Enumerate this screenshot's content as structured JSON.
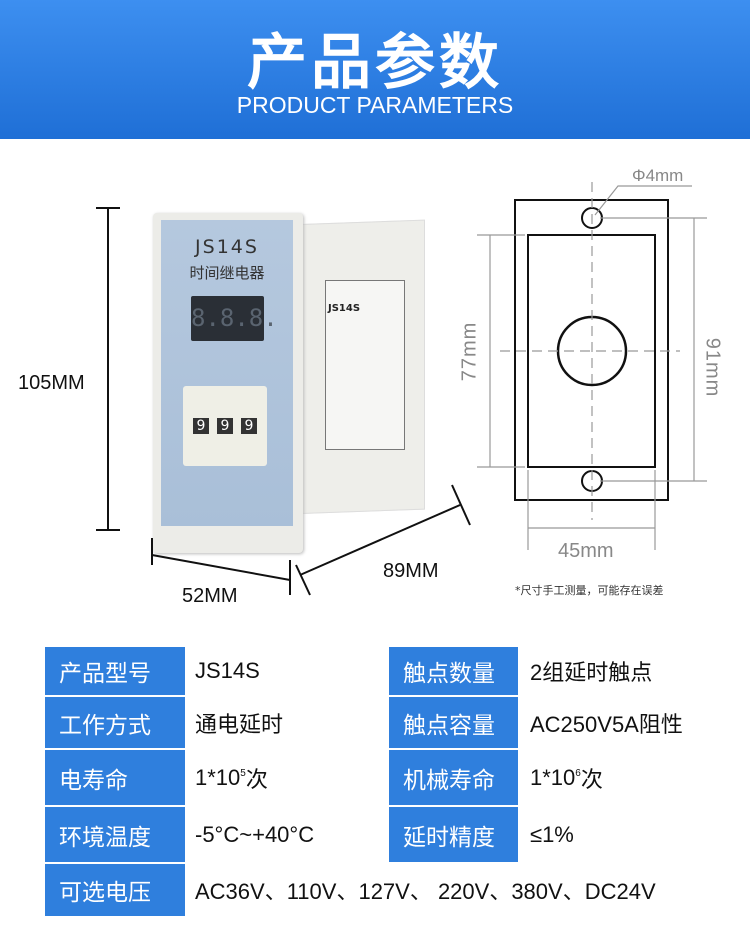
{
  "header": {
    "title": "产品参数",
    "subtitle": "PRODUCT PARAMETERS"
  },
  "product": {
    "model": "JS14S",
    "name": "时间继电器",
    "display": "8.8.8.",
    "dials": [
      "9",
      "9",
      "9"
    ],
    "side_label": "JS14S"
  },
  "dimensions": {
    "height": "105MM",
    "width": "52MM",
    "depth": "89MM"
  },
  "drawing": {
    "hole": "Φ4mm",
    "inner_height": "77mm",
    "hole_spacing": "91mm",
    "inner_width": "45mm",
    "note": "*尺寸手工测量，可能存在误差"
  },
  "specs": {
    "rows": [
      {
        "label": "产品型号",
        "value": "JS14S",
        "label2": "触点数量",
        "value2": "2组延时触点"
      },
      {
        "label": "工作方式",
        "value": "通电延时",
        "label2": "触点容量",
        "value2": "AC250V5A阻性"
      },
      {
        "label": "电寿命",
        "value_base": "1*10",
        "value_exp": "5",
        "value_unit": "次",
        "label2": "机械寿命",
        "value2_base": "1*10",
        "value2_exp": "6",
        "value2_unit": "次"
      },
      {
        "label": "环境温度",
        "value": "-5°C~+40°C",
        "label2": "延时精度",
        "value2": "≤1%"
      },
      {
        "label": "可选电压",
        "value": "AC36V、110V、127V、 220V、380V、DC24V"
      }
    ]
  }
}
